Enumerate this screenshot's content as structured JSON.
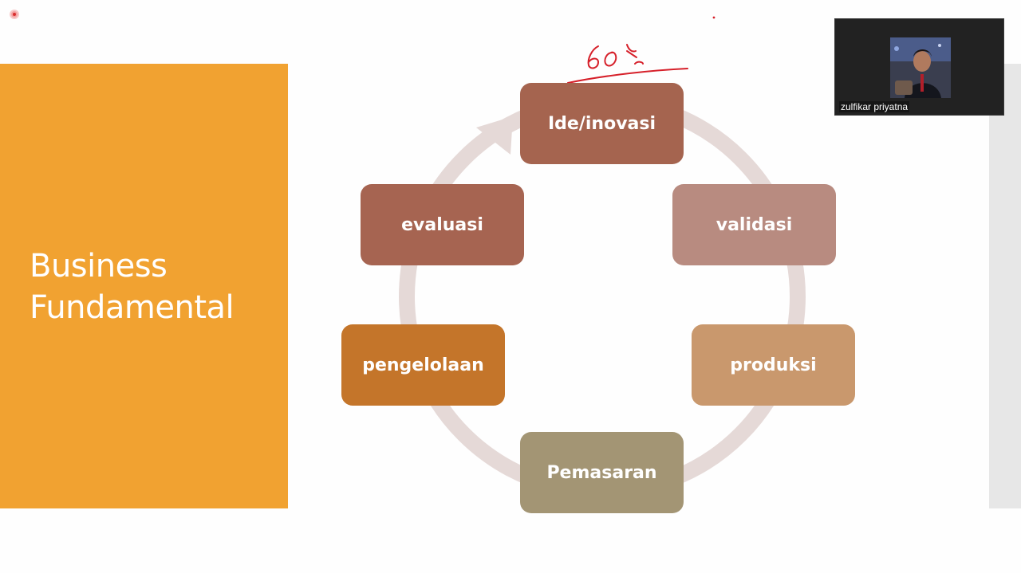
{
  "slide": {
    "title_lines": [
      "Business",
      "Fundamental"
    ],
    "cycle_nodes": [
      {
        "label": "Ide/inovasi",
        "color": "#a5644f"
      },
      {
        "label": "validasi",
        "color": "#b88b80"
      },
      {
        "label": "produksi",
        "color": "#c9986d"
      },
      {
        "label": "Pemasaran",
        "color": "#a39574"
      },
      {
        "label": "pengelolaan",
        "color": "#c4752a"
      },
      {
        "label": "evaluasi",
        "color": "#a66451"
      }
    ],
    "annotation": "60%",
    "panel_color": "#f1a231",
    "arrow_color": "#e5d9d7"
  },
  "video": {
    "participant_name": "zulfikar priyatna"
  },
  "icons": {
    "recording": "record-icon"
  }
}
